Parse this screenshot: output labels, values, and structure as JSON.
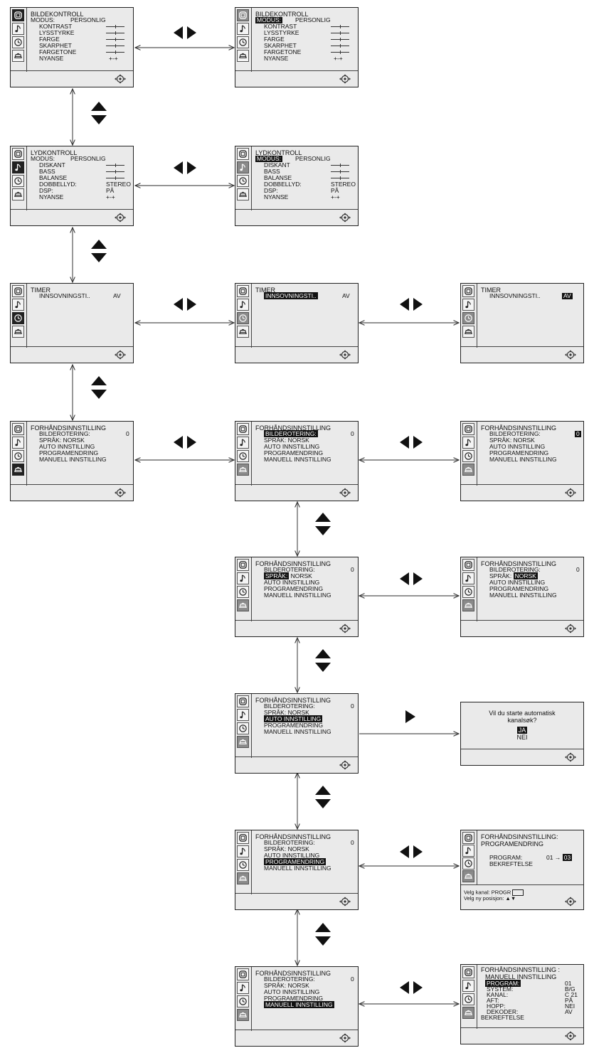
{
  "icons": {
    "picture": "picture-icon",
    "sound": "note-icon",
    "timer": "clock-icon",
    "preset": "preset-icon",
    "navigate": "navigate-icon"
  },
  "picture_menu": {
    "title": "BILDEKONTROLL",
    "modus_label": "MODUS:",
    "modus_value": "PERSONLIG",
    "kontrast": "KONTRAST",
    "lysstyrke": "LYSSTYRKE",
    "farge": "FARGE",
    "skarphet": "SKARPHET",
    "fargetone": "FARGETONE",
    "nyanse": "NYANSE",
    "nyanse_value": "+-+"
  },
  "sound_menu": {
    "title": "LYDKONTROLL",
    "modus_label": "MODUS:",
    "modus_value": "PERSONLIG",
    "diskant": "DISKANT",
    "bass": "BASS",
    "balanse": "BALANSE",
    "dobbellyd": "DOBBELLYD:",
    "dobbellyd_value": "STEREO",
    "dsp": "DSP:",
    "dsp_value": "PÅ",
    "nyanse": "NYANSE",
    "nyanse_value": "+-+"
  },
  "timer_menu": {
    "title": "TIMER",
    "innsovning": "INNSOVNINGSTI..",
    "value": "AV"
  },
  "preset_menu": {
    "title": "FORHÅNDSINNSTILLING",
    "bilderotering": "BILDEROTERING:",
    "bilderotering_value": "0",
    "sprak_label": "SPRÅK:",
    "sprak_value": "NORSK",
    "auto": "AUTO  INNSTILLING",
    "programendring": "PROGRAMENDRING",
    "manuell": "MANUELL  INNSTILLING"
  },
  "auto_dialog": {
    "question_line1": "Vil du starte automatisk",
    "question_line2": "kanalsøk?",
    "yes": "JA",
    "no": "NEI"
  },
  "program_change": {
    "title_line1": "FORHÅNDSINNSTILLING:",
    "title_line2": "PROGRAMENDRING",
    "program_label": "PROGRAM:",
    "program_from": "01",
    "program_to": "03",
    "arrow": "→",
    "bekreftelse": "BEKREFTELSE",
    "footer_line1": "Velg kanal:     PROGR",
    "footer_line2": "Velg ny posisjon:"
  },
  "manual_setting": {
    "title_line1": "FORHÅNDSINNSTILLING :",
    "title_line2": "MANUELL  INNSTILLING",
    "program_label": "PROGRAM:",
    "program_value": "01",
    "system_label": "SYSTEM:",
    "system_value": "B/G",
    "kanal_label": "KANAL:",
    "kanal_value": "C  21",
    "aft_label": "AFT:",
    "aft_value": "PÅ",
    "hopp_label": "HOPP:",
    "hopp_value": "NEI",
    "dekoder_label": "DEKODER:",
    "dekoder_value": "AV",
    "bekreftelse": "BEKREFTELSE"
  }
}
